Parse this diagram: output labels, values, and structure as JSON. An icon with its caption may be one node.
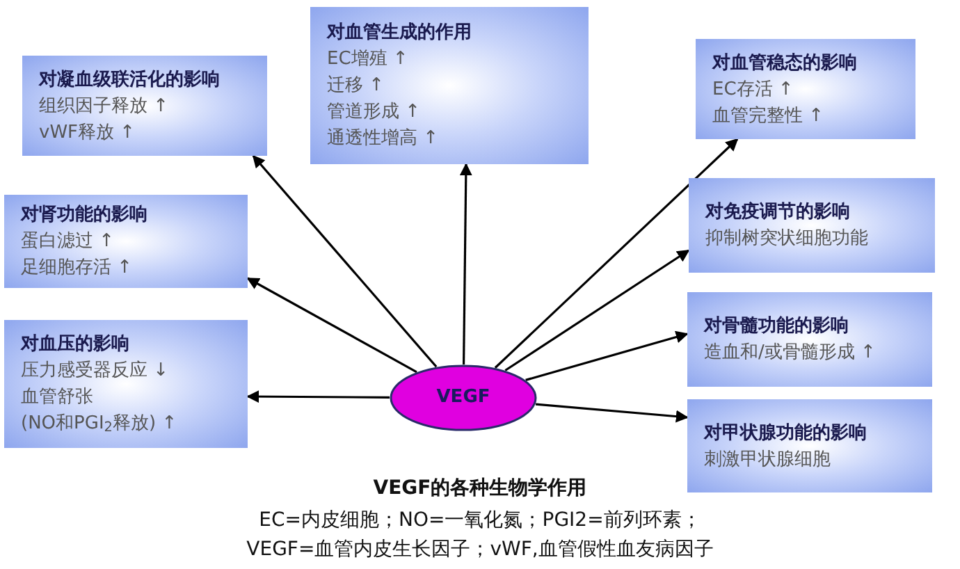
{
  "diagram": {
    "caption": "VEGF的各种生物学作用",
    "nodes": [
      {
        "text": [
          "VEGF"
        ]
      },
      {
        "text": [
          "对凝血级联活化的影响",
          "组织因子释放 ↑",
          "vWF释放 ↑"
        ]
      },
      {
        "text": [
          "对血管生成的作用",
          "EC增殖 ↑",
          "迁移 ↑",
          "管道形成 ↑",
          "通透性增高 ↑"
        ]
      },
      {
        "text": [
          "对血管稳态的影响",
          "EC存活 ↑",
          "血管完整性 ↑"
        ]
      },
      {
        "text": [
          "对肾功能的影响",
          "蛋白滤过 ↑",
          "足细胞存活 ↑"
        ]
      },
      {
        "text": [
          "对免疫调节的影响",
          "抑制树突状细胞功能"
        ]
      },
      {
        "text": [
          "对血压的影响",
          "压力感受器反应 ↓",
          "血管舒张",
          "(NO和PGI$_{2}$释放) ↑"
        ]
      },
      {
        "text": [
          "对骨髓功能的影响",
          "造血和/或骨髓形成 ↑"
        ]
      },
      {
        "text": [
          "对甲状腺功能的影响",
          "刺激甲状腺细胞"
        ]
      }
    ],
    "edges": [
      {
        "from": 0,
        "to": 1,
        "arrow": "to"
      },
      {
        "from": 0,
        "to": 2,
        "arrow": "to"
      },
      {
        "from": 0,
        "to": 3,
        "arrow": "to"
      },
      {
        "from": 0,
        "to": 4,
        "arrow": "to"
      },
      {
        "from": 0,
        "to": 5,
        "arrow": "to"
      },
      {
        "from": 0,
        "to": 6,
        "arrow": "to"
      },
      {
        "from": 0,
        "to": 7,
        "arrow": "to"
      },
      {
        "from": 0,
        "to": 8,
        "arrow": "to"
      }
    ],
    "labels": [
      "EC=内皮细胞；NO=一氧化氮；PGI2=前列环素；",
      "VEGF=血管内皮生长因子；vWF,血管假性血友病因子"
    ]
  }
}
